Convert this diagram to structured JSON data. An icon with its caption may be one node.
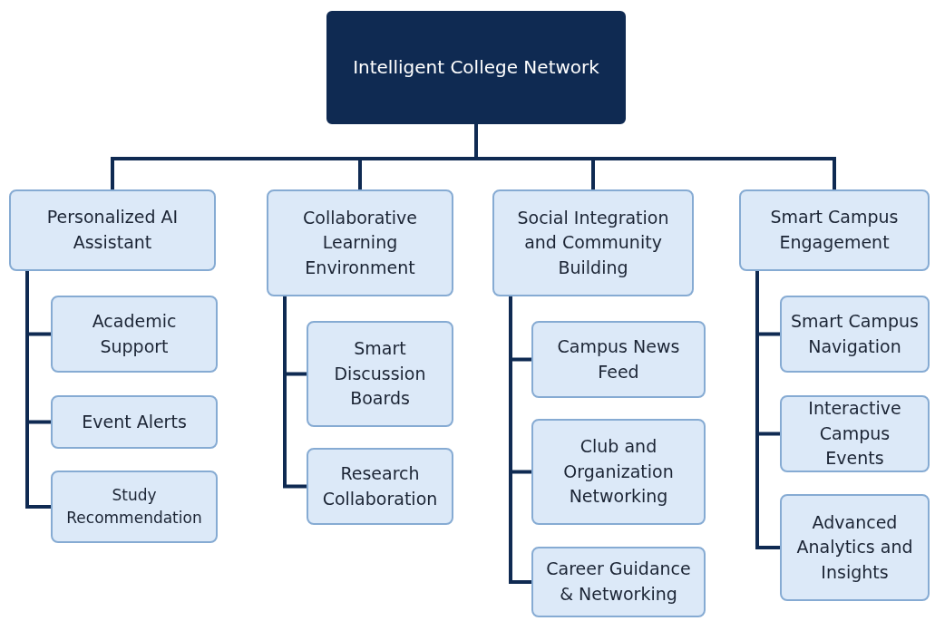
{
  "diagram": {
    "nodes": [
      {
        "text": [
          "Intelligent College Network"
        ]
      },
      {
        "text": [
          "Personalized AI Assistant"
        ]
      },
      {
        "text": [
          "Academic Support"
        ]
      },
      {
        "text": [
          "Event Alerts"
        ]
      },
      {
        "text": [
          "Study Recommendation"
        ]
      },
      {
        "text": [
          "Collaborative Learning Environment"
        ]
      },
      {
        "text": [
          "Smart Discussion Boards"
        ]
      },
      {
        "text": [
          "Research Collaboration"
        ]
      },
      {
        "text": [
          "Social Integration and Community Building"
        ]
      },
      {
        "text": [
          "Campus News Feed"
        ]
      },
      {
        "text": [
          "Club and Organization Networking"
        ]
      },
      {
        "text": [
          "Career Guidance & Networking"
        ]
      },
      {
        "text": [
          "Smart Campus Engagement"
        ]
      },
      {
        "text": [
          "Smart Campus Navigation"
        ]
      },
      {
        "text": [
          "Interactive Campus Events"
        ]
      },
      {
        "text": [
          "Advanced Analytics and Insights"
        ]
      }
    ],
    "edges": [
      {
        "from": 0,
        "to": 1,
        "arrow": "none"
      },
      {
        "from": 0,
        "to": 5,
        "arrow": "none"
      },
      {
        "from": 0,
        "to": 8,
        "arrow": "none"
      },
      {
        "from": 0,
        "to": 12,
        "arrow": "none"
      },
      {
        "from": 1,
        "to": 2,
        "arrow": "none"
      },
      {
        "from": 1,
        "to": 3,
        "arrow": "none"
      },
      {
        "from": 1,
        "to": 4,
        "arrow": "none"
      },
      {
        "from": 5,
        "to": 6,
        "arrow": "none"
      },
      {
        "from": 5,
        "to": 7,
        "arrow": "none"
      },
      {
        "from": 8,
        "to": 9,
        "arrow": "none"
      },
      {
        "from": 8,
        "to": 10,
        "arrow": "none"
      },
      {
        "from": 8,
        "to": 11,
        "arrow": "none"
      },
      {
        "from": 12,
        "to": 13,
        "arrow": "none"
      },
      {
        "from": 12,
        "to": 14,
        "arrow": "none"
      },
      {
        "from": 12,
        "to": 15,
        "arrow": "none"
      }
    ]
  }
}
